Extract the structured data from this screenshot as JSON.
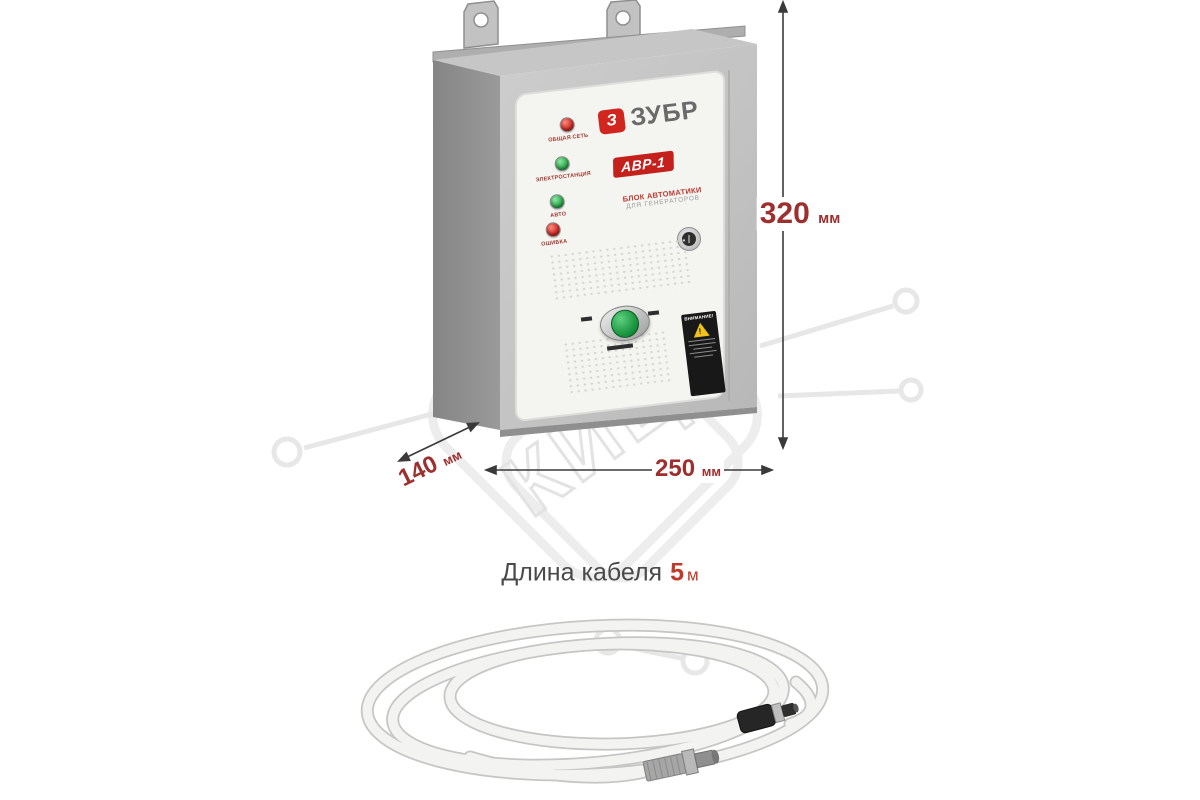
{
  "watermark": {
    "text": "КИЦ"
  },
  "product": {
    "brand": "ЗУБР",
    "logo_glyph": "З",
    "model": "АВР-1",
    "subtitle_line1": "БЛОК АВТОМАТИКИ",
    "subtitle_line2": "ДЛЯ ГЕНЕРАТОРОВ",
    "leds": [
      {
        "label": "ОБЩАЯ СЕТЬ",
        "color": "#cc2a22"
      },
      {
        "label": "ЭЛЕКТРОСТАНЦИЯ",
        "color": "#2fa84c"
      },
      {
        "label": "АВТО",
        "color": "#2fa84c"
      },
      {
        "label": "ОШИБКА",
        "color": "#cc2a22"
      }
    ],
    "warning_label": {
      "title": "ВНИМАНИЕ!",
      "icon_glyph": "!"
    }
  },
  "dimensions": {
    "height": {
      "value": "320",
      "unit": "мм"
    },
    "width": {
      "value": "250",
      "unit": "мм"
    },
    "depth": {
      "value": "140",
      "unit": "мм"
    },
    "text_color": "#9e2f2f"
  },
  "cable": {
    "label": "Длина кабеля",
    "value": "5",
    "unit": "м",
    "accent_color": "#c0392b"
  }
}
